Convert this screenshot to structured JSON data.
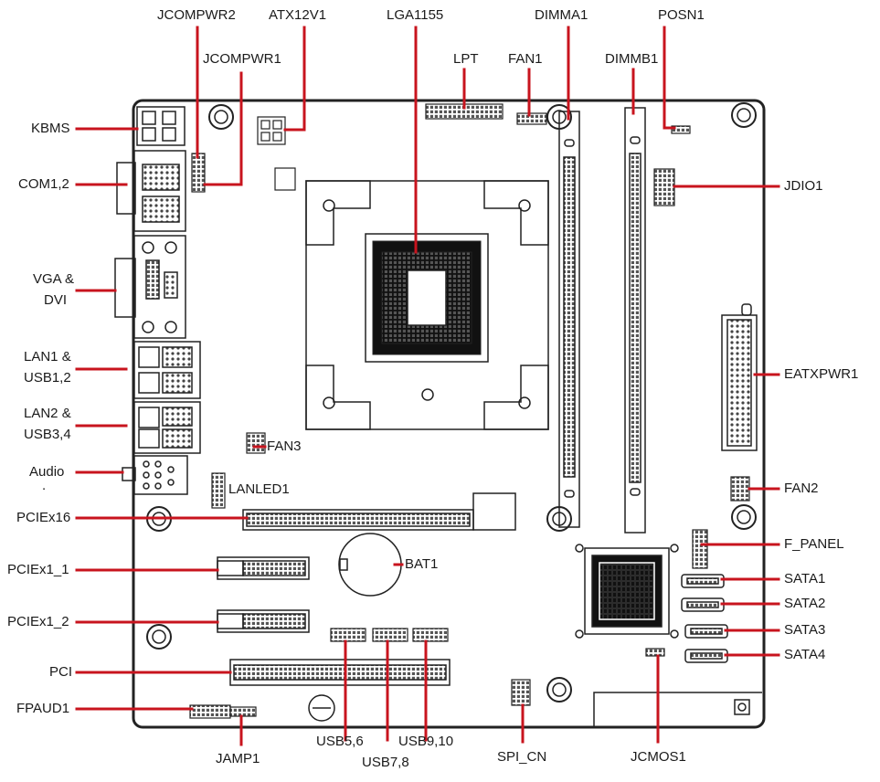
{
  "labels": {
    "jcompwr2": "JCOMPWR2",
    "atx12v1": "ATX12V1",
    "lga1155": "LGA1155",
    "dimma1": "DIMMA1",
    "posn1": "POSN1",
    "jcompwr1": "JCOMPWR1",
    "lpt": "LPT",
    "fan1": "FAN1",
    "dimmb1": "DIMMB1",
    "kbms": "KBMS",
    "com12": "COM1,2",
    "jdio1": "JDIO1",
    "vga_dvi_1": "VGA &",
    "vga_dvi_2": "DVI",
    "lan1_1": "LAN1 &",
    "lan1_2": "USB1,2",
    "eatxpwr1": "EATXPWR1",
    "lan2_1": "LAN2 &",
    "lan2_2": "USB3,4",
    "fan3": "FAN3",
    "audio": "Audio",
    "audio_dot": ".",
    "lanled1": "LANLED1",
    "fan2": "FAN2",
    "pciex16": "PCIEx16",
    "f_panel": "F_PANEL",
    "pciex1_1": "PCIEx1_1",
    "bat1": "BAT1",
    "sata1": "SATA1",
    "sata2": "SATA2",
    "pciex1_2": "PCIEx1_2",
    "sata3": "SATA3",
    "sata4": "SATA4",
    "pci": "PCI",
    "fpaud1": "FPAUD1",
    "usb56": "USB5,6",
    "usb910": "USB9,10",
    "spi_cn": "SPI_CN",
    "jcmos1": "JCMOS1",
    "jamp1": "JAMP1",
    "usb78": "USB7,8"
  },
  "colors": {
    "leader": "#c8141e",
    "outline": "#2a2a2a",
    "pin": "#555555",
    "text": "#1a1a1a"
  }
}
